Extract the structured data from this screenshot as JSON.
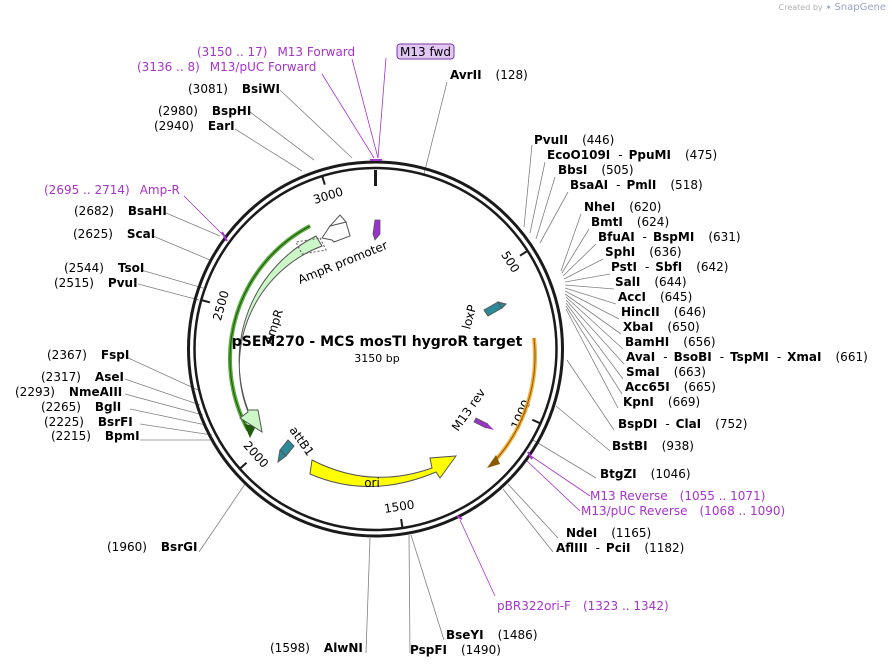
{
  "watermark": {
    "prefix": "Created by",
    "brand": "SnapGene"
  },
  "plasmid": {
    "name": "pSEM270 - MCS mosTI hygroR target",
    "length_label": "3150 bp",
    "length": 3150
  },
  "ticks": [
    {
      "pos": 500,
      "label": "500"
    },
    {
      "pos": 1000,
      "label": "1000"
    },
    {
      "pos": 1500,
      "label": "1500"
    },
    {
      "pos": 2000,
      "label": "2000"
    },
    {
      "pos": 2500,
      "label": "2500"
    },
    {
      "pos": 3000,
      "label": "3000"
    }
  ],
  "features": [
    {
      "id": "ampr",
      "label": "AmpR",
      "color": "#ccf7c7",
      "stroke": "#555555"
    },
    {
      "id": "ampr-promoter",
      "label": "AmpR promoter",
      "color": "#ffffff",
      "stroke": "#555555"
    },
    {
      "id": "ori",
      "label": "ori",
      "color": "#ffff00",
      "stroke": "#555555"
    },
    {
      "id": "loxp",
      "label": "loxP",
      "color": "#2b8a99",
      "stroke": "#555555"
    },
    {
      "id": "attb1",
      "label": "attB1",
      "color": "#2b8a99",
      "stroke": "#555555"
    },
    {
      "id": "m13rev-primer",
      "label": "M13 rev",
      "color": "#9933cc",
      "stroke": "#555555"
    },
    {
      "id": "m13fwd-primer",
      "label": "M13 fwd",
      "color": "#9933cc",
      "stroke": "#555555"
    }
  ],
  "enzymes": [
    {
      "name": "AvrII",
      "pos": "(128)"
    },
    {
      "name": "PvuII",
      "pos": "(446)"
    },
    {
      "name": "EcoO109I",
      "name2": "PpuMI",
      "pos": "(475)"
    },
    {
      "name": "BbsI",
      "pos": "(505)"
    },
    {
      "name": "BsaAI",
      "name2": "PmlI",
      "pos": "(518)"
    },
    {
      "name": "NheI",
      "pos": "(620)"
    },
    {
      "name": "BmtI",
      "pos": "(624)"
    },
    {
      "name": "BfuAI",
      "name2": "BspMI",
      "pos": "(631)"
    },
    {
      "name": "SphI",
      "pos": "(636)"
    },
    {
      "name": "PstI",
      "name2": "SbfI",
      "pos": "(642)"
    },
    {
      "name": "SalI",
      "pos": "(644)"
    },
    {
      "name": "AccI",
      "pos": "(645)"
    },
    {
      "name": "HincII",
      "pos": "(646)"
    },
    {
      "name": "XbaI",
      "pos": "(650)"
    },
    {
      "name": "BamHI",
      "pos": "(656)"
    },
    {
      "name": "AvaI",
      "name2": "BsoBI",
      "name3": "TspMI",
      "name4": "XmaI",
      "pos": "(661)"
    },
    {
      "name": "SmaI",
      "pos": "(663)"
    },
    {
      "name": "Acc65I",
      "pos": "(665)"
    },
    {
      "name": "KpnI",
      "pos": "(669)"
    },
    {
      "name": "BspDI",
      "name2": "ClaI",
      "pos": "(752)"
    },
    {
      "name": "BstBI",
      "pos": "(938)"
    },
    {
      "name": "BtgZI",
      "pos": "(1046)"
    },
    {
      "name": "NdeI",
      "pos": "(1165)"
    },
    {
      "name": "AflIII",
      "name2": "PciI",
      "pos": "(1182)"
    },
    {
      "name": "BseYI",
      "pos": "(1486)"
    },
    {
      "name": "PspFI",
      "pos": "(1490)"
    },
    {
      "name": "AlwNI",
      "pos": "(1598)"
    },
    {
      "name": "BsrGI",
      "pos": "(1960)"
    },
    {
      "name": "BpmI",
      "pos": "(2215)"
    },
    {
      "name": "BsrFI",
      "pos": "(2225)"
    },
    {
      "name": "BglI",
      "pos": "(2265)"
    },
    {
      "name": "NmeAIII",
      "pos": "(2293)"
    },
    {
      "name": "AseI",
      "pos": "(2317)"
    },
    {
      "name": "FspI",
      "pos": "(2367)"
    },
    {
      "name": "PvuI",
      "pos": "(2515)"
    },
    {
      "name": "TsoI",
      "pos": "(2544)"
    },
    {
      "name": "ScaI",
      "pos": "(2625)"
    },
    {
      "name": "BsaHI",
      "pos": "(2682)"
    },
    {
      "name": "EarI",
      "pos": "(2940)"
    },
    {
      "name": "BspHI",
      "pos": "(2980)"
    },
    {
      "name": "BsiWI",
      "pos": "(3081)"
    }
  ],
  "primers": [
    {
      "name": "M13 Forward",
      "range": "(3150 .. 17)"
    },
    {
      "name": "M13/pUC Forward",
      "range": "(3136 .. 8)"
    },
    {
      "name": "Amp-R",
      "range": "(2695 .. 2714)"
    },
    {
      "name": "M13 Reverse",
      "range": "(1055 .. 1071)"
    },
    {
      "name": "M13/pUC Reverse",
      "range": "(1068 .. 1090)"
    },
    {
      "name": "pBR322ori-F",
      "range": "(1323 .. 1342)"
    }
  ],
  "colors": {
    "purple_text": "#a633cc",
    "backbone": "#1a1a1a",
    "ampr_glow": "#3a9a1a",
    "ori_highlight": "#f5a623"
  }
}
